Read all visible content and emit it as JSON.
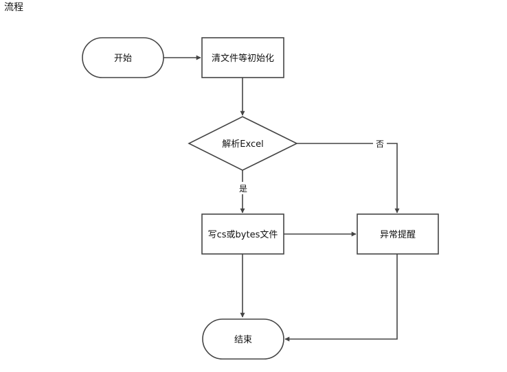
{
  "title": "流程",
  "colors": {
    "stroke": "#444444",
    "fill": "#ffffff",
    "text": "#111111"
  },
  "nodes": {
    "start": {
      "label": "开始",
      "shape": "terminator"
    },
    "init": {
      "label": "清文件等初始化",
      "shape": "process"
    },
    "parse": {
      "label": "解析Excel",
      "shape": "decision"
    },
    "write": {
      "label": "写cs或bytes文件",
      "shape": "process"
    },
    "error": {
      "label": "异常提醒",
      "shape": "process"
    },
    "end": {
      "label": "结束",
      "shape": "terminator"
    }
  },
  "edges": {
    "yes_label": "是",
    "no_label": "否"
  }
}
